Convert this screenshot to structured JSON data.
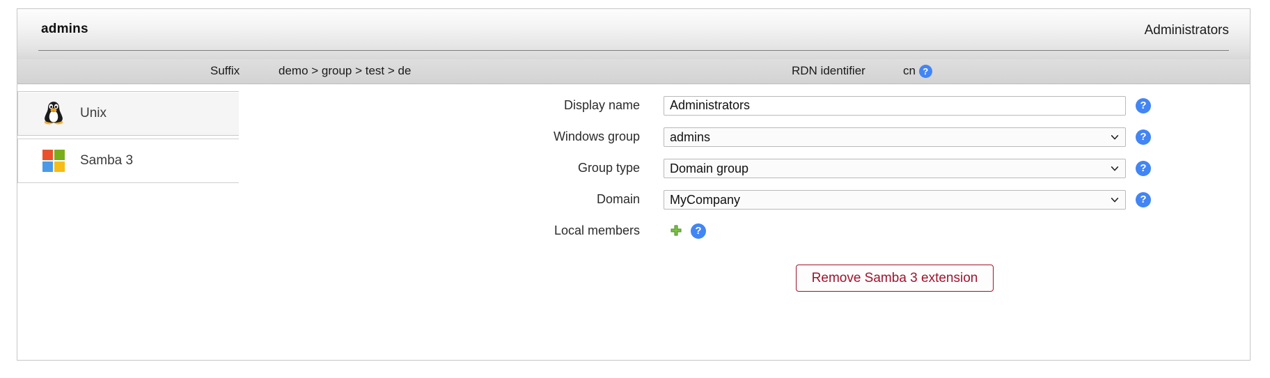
{
  "header": {
    "title": "admins",
    "right_title": "Administrators"
  },
  "meta": {
    "suffix_label": "Suffix",
    "suffix_value": "demo > group > test > de",
    "rdn_label": "RDN identifier",
    "rdn_value": "cn",
    "rdn_help_icon": "help-icon"
  },
  "sidebar": {
    "items": [
      {
        "label": "Unix",
        "icon": "tux-penguin-icon",
        "active": true
      },
      {
        "label": "Samba 3",
        "icon": "microsoft-windows-icon",
        "active": false
      }
    ]
  },
  "form": {
    "rows": [
      {
        "label": "Display name",
        "value": "Administrators",
        "type": "text",
        "help_icon": "help-icon"
      },
      {
        "label": "Windows group",
        "value": "admins",
        "type": "select",
        "help_icon": "help-icon"
      },
      {
        "label": "Group type",
        "value": "Domain group",
        "type": "select",
        "help_icon": "help-icon"
      },
      {
        "label": "Domain",
        "value": "MyCompany",
        "type": "select",
        "help_icon": "help-icon"
      }
    ],
    "members": {
      "label": "Local members",
      "add_icon": "plus-icon",
      "help_icon": "help-icon"
    }
  },
  "actions": {
    "remove_extension_label": "Remove Samba 3 extension"
  },
  "colors": {
    "help_blue": "#4285f4",
    "danger_red": "#a0132c",
    "add_green": "#73b13f",
    "ms_red": "#e8512b",
    "ms_green": "#7aad1a",
    "ms_blue": "#4a9ae8",
    "ms_yellow": "#f7bc16"
  }
}
